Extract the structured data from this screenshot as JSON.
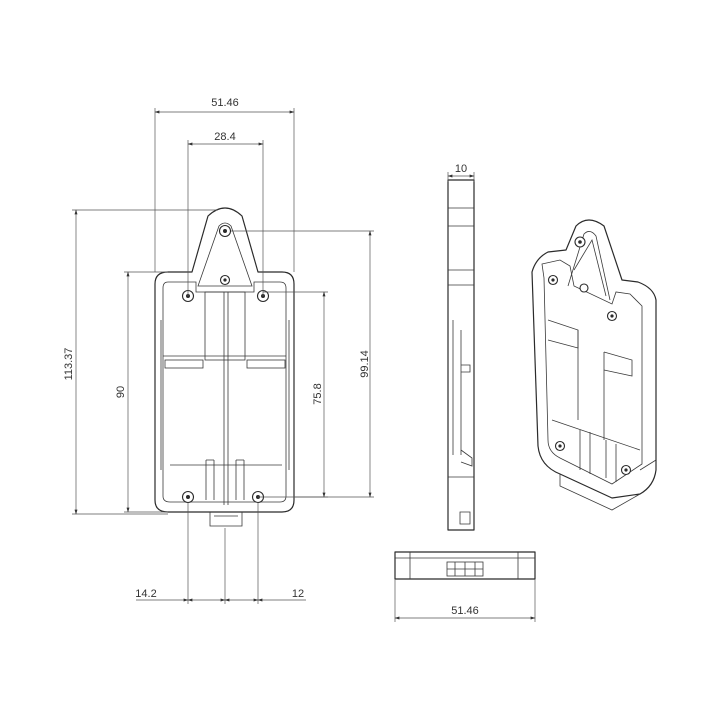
{
  "drawing": {
    "front_view": {
      "overall_width": "51.46",
      "hook_width": "28.4",
      "overall_height": "113.37",
      "hole_spacing": "90",
      "inner_height": "75.8",
      "hook_to_bottom": "99.14",
      "left_offset": "14.2",
      "right_offset": "12"
    },
    "side_view": {
      "thickness": "10"
    },
    "bottom_view": {
      "width": "51.46"
    }
  }
}
